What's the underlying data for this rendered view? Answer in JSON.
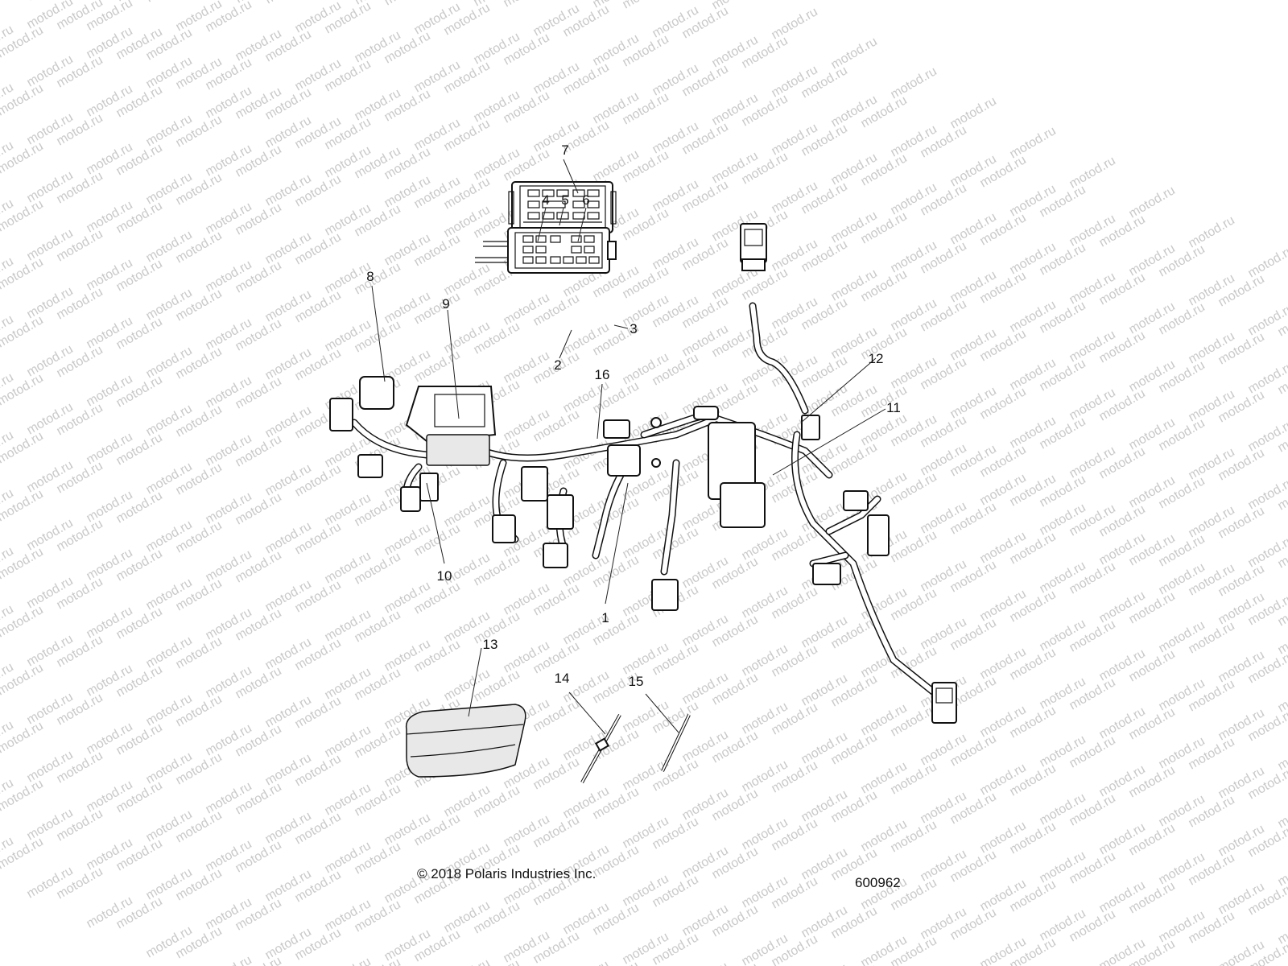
{
  "watermark_text": "motod.ru",
  "footer": {
    "copyright": "© 2018 Polaris Industries Inc.",
    "diagram_id": "600962"
  },
  "callouts": {
    "c1": "1",
    "c2": "2",
    "c3": "3",
    "c4": "4",
    "c5": "5",
    "c6": "6",
    "c7": "7",
    "c8": "8",
    "c9": "9",
    "c10": "10",
    "c11": "11",
    "c12": "12",
    "c13": "13",
    "c14": "14",
    "c15": "15",
    "c16": "16"
  }
}
